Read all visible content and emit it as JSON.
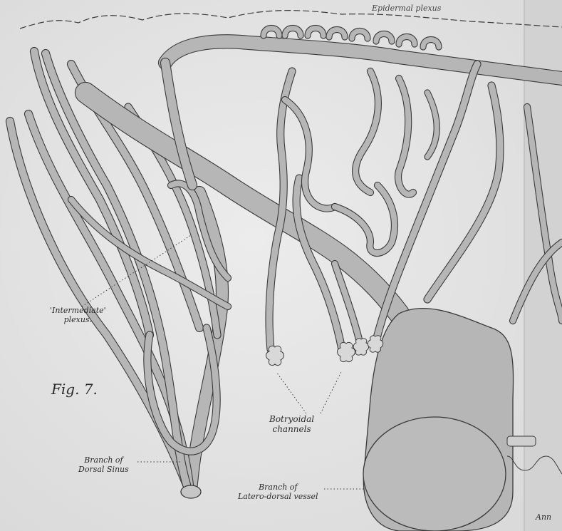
{
  "plate": {
    "figure_label": "Fig. 7.",
    "labels": {
      "epidermal_plexus": "Epidermal plexus",
      "intermediate_plexus": [
        "'Intermediate'",
        "plexus."
      ],
      "botryoidal_channels": [
        "Botryoidal",
        "channels"
      ],
      "branch_dorsal_sinus": [
        "Branch of",
        "Dorsal Sinus"
      ],
      "branch_latero_dorsal": [
        "Branch of",
        "Latero-dorsal vessel"
      ],
      "edge_fragment": "Ann"
    }
  },
  "colors": {
    "paper": "#e6e6e6",
    "vessel_fill": "#b6b6b6",
    "vessel_outline": "#3a3a3a",
    "label_text": "#2a2a2a"
  }
}
